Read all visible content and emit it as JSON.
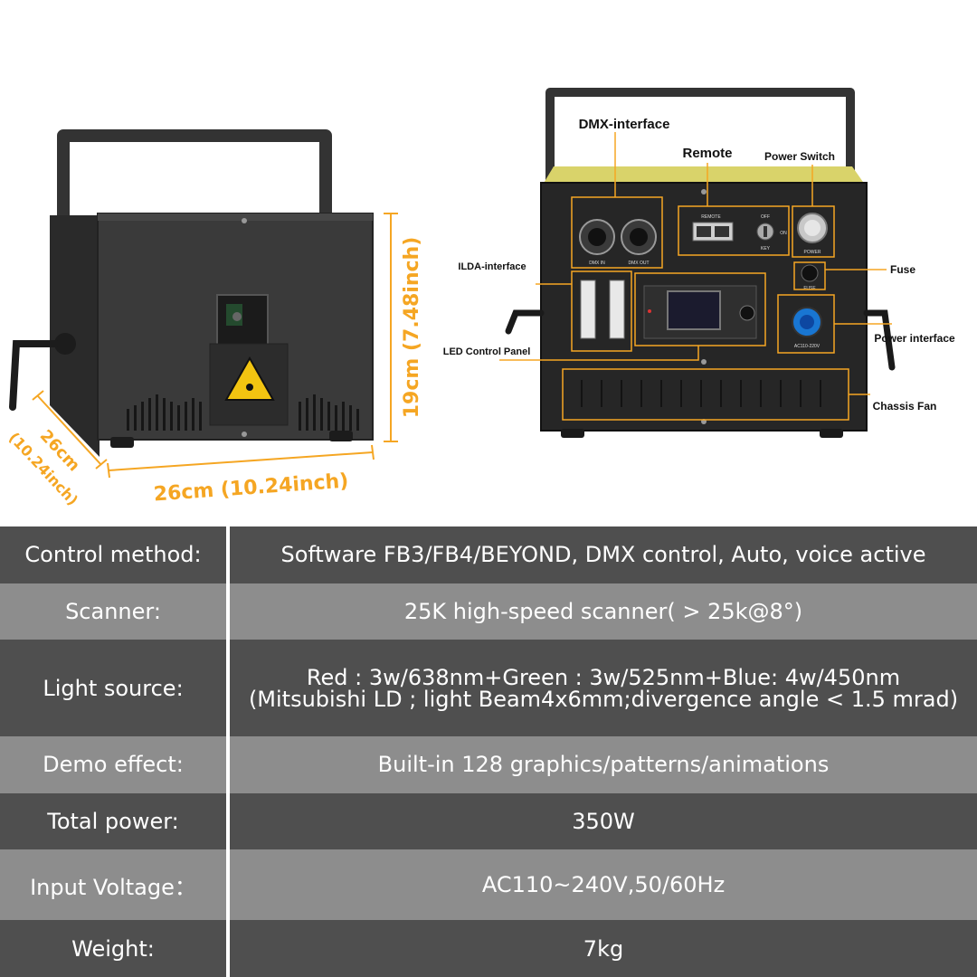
{
  "dimensions": {
    "depth": "26cm",
    "depth_inch": "(10.24inch)",
    "width": "26cm (10.24inch)",
    "height": "19cm (7.48inch)"
  },
  "callouts": {
    "dmx": "DMX-interface",
    "remote": "Remote",
    "power_switch": "Power Switch",
    "ilda": "ILDA-interface",
    "fuse": "Fuse",
    "led_panel": "LED Control Panel",
    "power_interface": "Power interface",
    "chassis_fan": "Chassis Fan"
  },
  "panel_labels": {
    "dmx_in": "DMX IN",
    "dmx_out": "DMX OUT",
    "remote": "REMOTE",
    "off": "OFF",
    "on": "ON",
    "key": "KEY",
    "power": "POWER",
    "fuse": "FUSE",
    "ac": "AC110-220V"
  },
  "specs": [
    {
      "label": "Control method:",
      "lines": [
        "Software FB3/FB4/BEYOND, DMX control, Auto, voice active"
      ]
    },
    {
      "label": "Scanner:",
      "lines": [
        "25K high-speed scanner( > 25k@8°)"
      ]
    },
    {
      "label": "Light source:",
      "lines": [
        "Red : 3w/638nm+Green : 3w/525nm+Blue: 4w/450nm",
        "(Mitsubishi LD ; light Beam4x6mm;divergence angle < 1.5 mrad)"
      ]
    },
    {
      "label": "Demo effect:",
      "lines": [
        "Built-in 128 graphics/patterns/animations"
      ]
    },
    {
      "label": "Total power:",
      "lines": [
        "350W"
      ]
    },
    {
      "label": "Input Voltage：",
      "lines": [
        "AC110~240V,50/60Hz"
      ]
    },
    {
      "label": "Weight:",
      "lines": [
        "7kg"
      ]
    }
  ]
}
